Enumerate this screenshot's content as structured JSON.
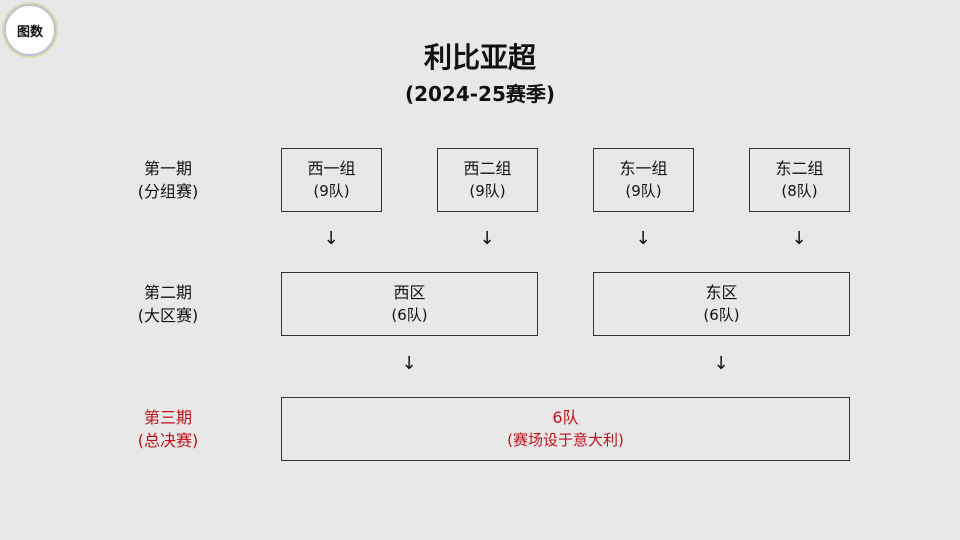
{
  "logo": {
    "text": "图数"
  },
  "title": "利比亚超",
  "subtitle": "(2024-25赛季)",
  "stages": [
    {
      "name": "第一期",
      "sub": "(分组赛)"
    },
    {
      "name": "第二期",
      "sub": "(大区赛)"
    },
    {
      "name": "第三期",
      "sub": "(总决赛)"
    }
  ],
  "groups": [
    {
      "name": "西一组",
      "teams": "(9队)"
    },
    {
      "name": "西二组",
      "teams": "(9队)"
    },
    {
      "name": "东一组",
      "teams": "(9队)"
    },
    {
      "name": "东二组",
      "teams": "(8队)"
    }
  ],
  "regions": [
    {
      "name": "西区",
      "teams": "(6队)"
    },
    {
      "name": "东区",
      "teams": "(6队)"
    }
  ],
  "final": {
    "teams": "6队",
    "note": "(赛场设于意大利)"
  },
  "arrow": "↓",
  "colors": {
    "accent": "#c0111b",
    "background": "#e9e8e8"
  }
}
